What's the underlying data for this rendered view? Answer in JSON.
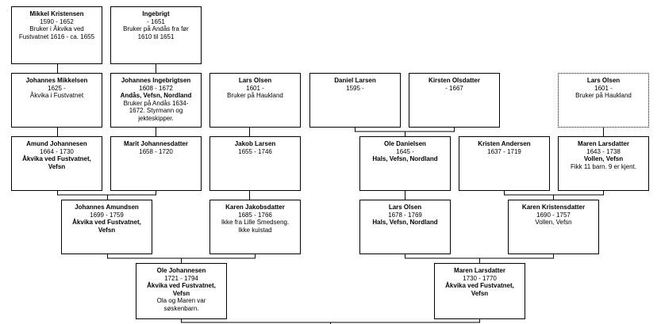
{
  "people": [
    {
      "id": "p1",
      "name": "Mikkel Kristensen",
      "years": "1590 - 1652",
      "place": "",
      "note": "Bruker i Åkvika ved\nFustvatnet 1616 - ca. 1655"
    },
    {
      "id": "p2",
      "name": "Ingebrigt",
      "years": "- 1651",
      "place": "",
      "note": "Bruker på Andås fra før\n1610 til 1651"
    },
    {
      "id": "p3",
      "name": "Johannes Mikkelsen",
      "years": "1625 -",
      "place": "",
      "note": "Åkvika i Fustvatnet"
    },
    {
      "id": "p4",
      "name": "Johannes Ingebrigtsen",
      "years": "1608 - 1672",
      "place": "Andås, Vefsn, Nordland",
      "note": "Bruker på Andås 1634-\n1672. Styrmann og\njekteskipper."
    },
    {
      "id": "p5",
      "name": "Lars Olsen",
      "years": "1601 -",
      "place": "",
      "note": "Bruker på Haukland"
    },
    {
      "id": "p6",
      "name": "Daniel Larsen",
      "years": "1595 -",
      "place": "",
      "note": ""
    },
    {
      "id": "p7",
      "name": "Kirsten Olsdatter",
      "years": "- 1667",
      "place": "",
      "note": ""
    },
    {
      "id": "p8",
      "name": "Lars Olsen",
      "years": "1601 -",
      "place": "",
      "note": "Bruker på Haukland"
    },
    {
      "id": "p9",
      "name": "Amund Johannesen",
      "years": "1664 - 1730",
      "place": "Åkvika ved Fustvatnet,\nVefsn",
      "note": ""
    },
    {
      "id": "p10",
      "name": "Marit Johannesdatter",
      "years": "1658 - 1720",
      "place": "",
      "note": ""
    },
    {
      "id": "p11",
      "name": "Jakob Larsen",
      "years": "1655 - 1746",
      "place": "",
      "note": ""
    },
    {
      "id": "p12",
      "name": "Ole Danielsen",
      "years": "1645 -",
      "place": "Hals, Vefsn, Nordland",
      "note": ""
    },
    {
      "id": "p13",
      "name": "Kristen Andersen",
      "years": "1637 - 1719",
      "place": "",
      "note": ""
    },
    {
      "id": "p14",
      "name": "Maren Larsdatter",
      "years": "1643 - 1738",
      "place": "Vollen, Vefsn",
      "note": "Fikk 11 barn. 9 er kjent."
    },
    {
      "id": "p15",
      "name": "Johannes Amundsen",
      "years": "1699 - 1759",
      "place": "Åkvika ved Fustvatnet,\nVefsn",
      "note": ""
    },
    {
      "id": "p16",
      "name": "Karen Jakobsdatter",
      "years": "1685 - 1766",
      "place": "",
      "note": "Ikke fra Lille Smedseng.\nIkke kuistad"
    },
    {
      "id": "p17",
      "name": "Lars Olsen",
      "years": "1678 - 1769",
      "place": "Hals, Vefsn, Nordland",
      "note": ""
    },
    {
      "id": "p18",
      "name": "Karen Kristensdatter",
      "years": "1690 - 1757",
      "place": "",
      "note": "Vollen, Vefsn"
    },
    {
      "id": "p19",
      "name": "Ole Johannesen",
      "years": "1721 - 1794",
      "place": "Åkvika ved Fustvatnet,\nVefsn",
      "note": "Ola og Maren var\nsøskenbarn."
    },
    {
      "id": "p20",
      "name": "Maren Larsdatter",
      "years": "1730 - 1770",
      "place": "Åkvika ved Fustvatnet,\nVefsn",
      "note": ""
    }
  ]
}
